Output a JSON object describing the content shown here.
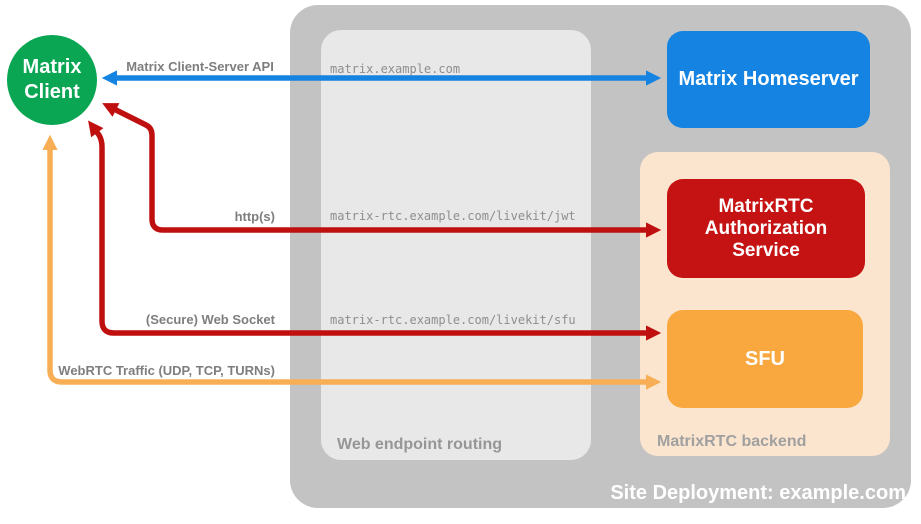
{
  "site": {
    "label": "Site Deployment: example.com"
  },
  "routing_panel": {
    "label": "Web endpoint routing",
    "routes": [
      "matrix.example.com",
      "matrix-rtc.example.com/livekit/jwt",
      "matrix-rtc.example.com/livekit/sfu"
    ]
  },
  "backend_panel": {
    "label": "MatrixRTC backend"
  },
  "nodes": {
    "client": {
      "label": "Matrix Client"
    },
    "homeserver": {
      "label": "Matrix Homeserver"
    },
    "auth_service": {
      "label": "MatrixRTC Authorization Service"
    },
    "sfu": {
      "label": "SFU"
    }
  },
  "edges": {
    "client_server_api": {
      "label": "Matrix Client-Server API",
      "from": "Matrix Client",
      "to": "Matrix Homeserver",
      "bidirectional": true,
      "color": "#1483E2"
    },
    "https": {
      "label": "http(s)",
      "from": "Matrix Client",
      "to": "MatrixRTC Authorization Service",
      "bidirectional": true,
      "color": "#C00F0F"
    },
    "websocket": {
      "label": "(Secure) Web Socket",
      "from": "Matrix Client",
      "to": "SFU",
      "bidirectional": true,
      "color": "#C00F0F"
    },
    "webrtc": {
      "label": "WebRTC Traffic (UDP, TCP, TURNs)",
      "from": "Matrix Client",
      "to": "SFU",
      "bidirectional": true,
      "color": "#F8AE55"
    }
  },
  "colors": {
    "client_green": "#0AA654",
    "homeserver_blue": "#1483E2",
    "auth_red": "#C51212",
    "sfu_orange": "#F9A83F",
    "backend_peach": "#FBE5CE",
    "site_gray": "#C3C3C3",
    "routing_gray": "#E8E8E8",
    "edge_red": "#C00F0F",
    "edge_orange": "#F8AE55",
    "label_gray": "#7E7E7E"
  }
}
